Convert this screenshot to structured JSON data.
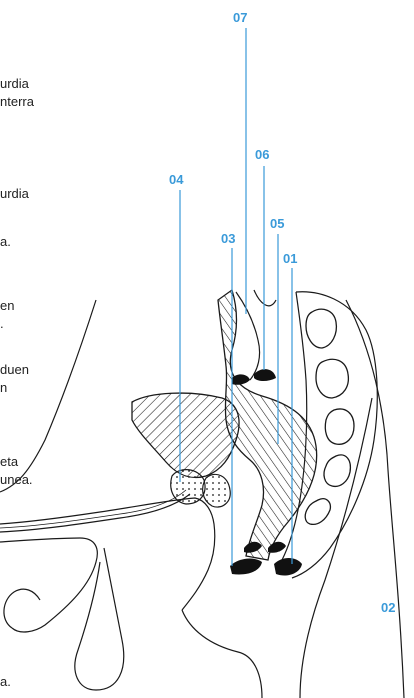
{
  "accent_color": "#3a9ad9",
  "labels": {
    "n01": "01",
    "n02": "02",
    "n03": "03",
    "n04": "04",
    "n05": "05",
    "n06": "06",
    "n07": "07"
  },
  "text_fragments": [
    "urdia",
    "nterra",
    "urdia",
    "a.",
    "en",
    ".",
    "duen",
    "n",
    "eta",
    "unea.",
    "a."
  ]
}
